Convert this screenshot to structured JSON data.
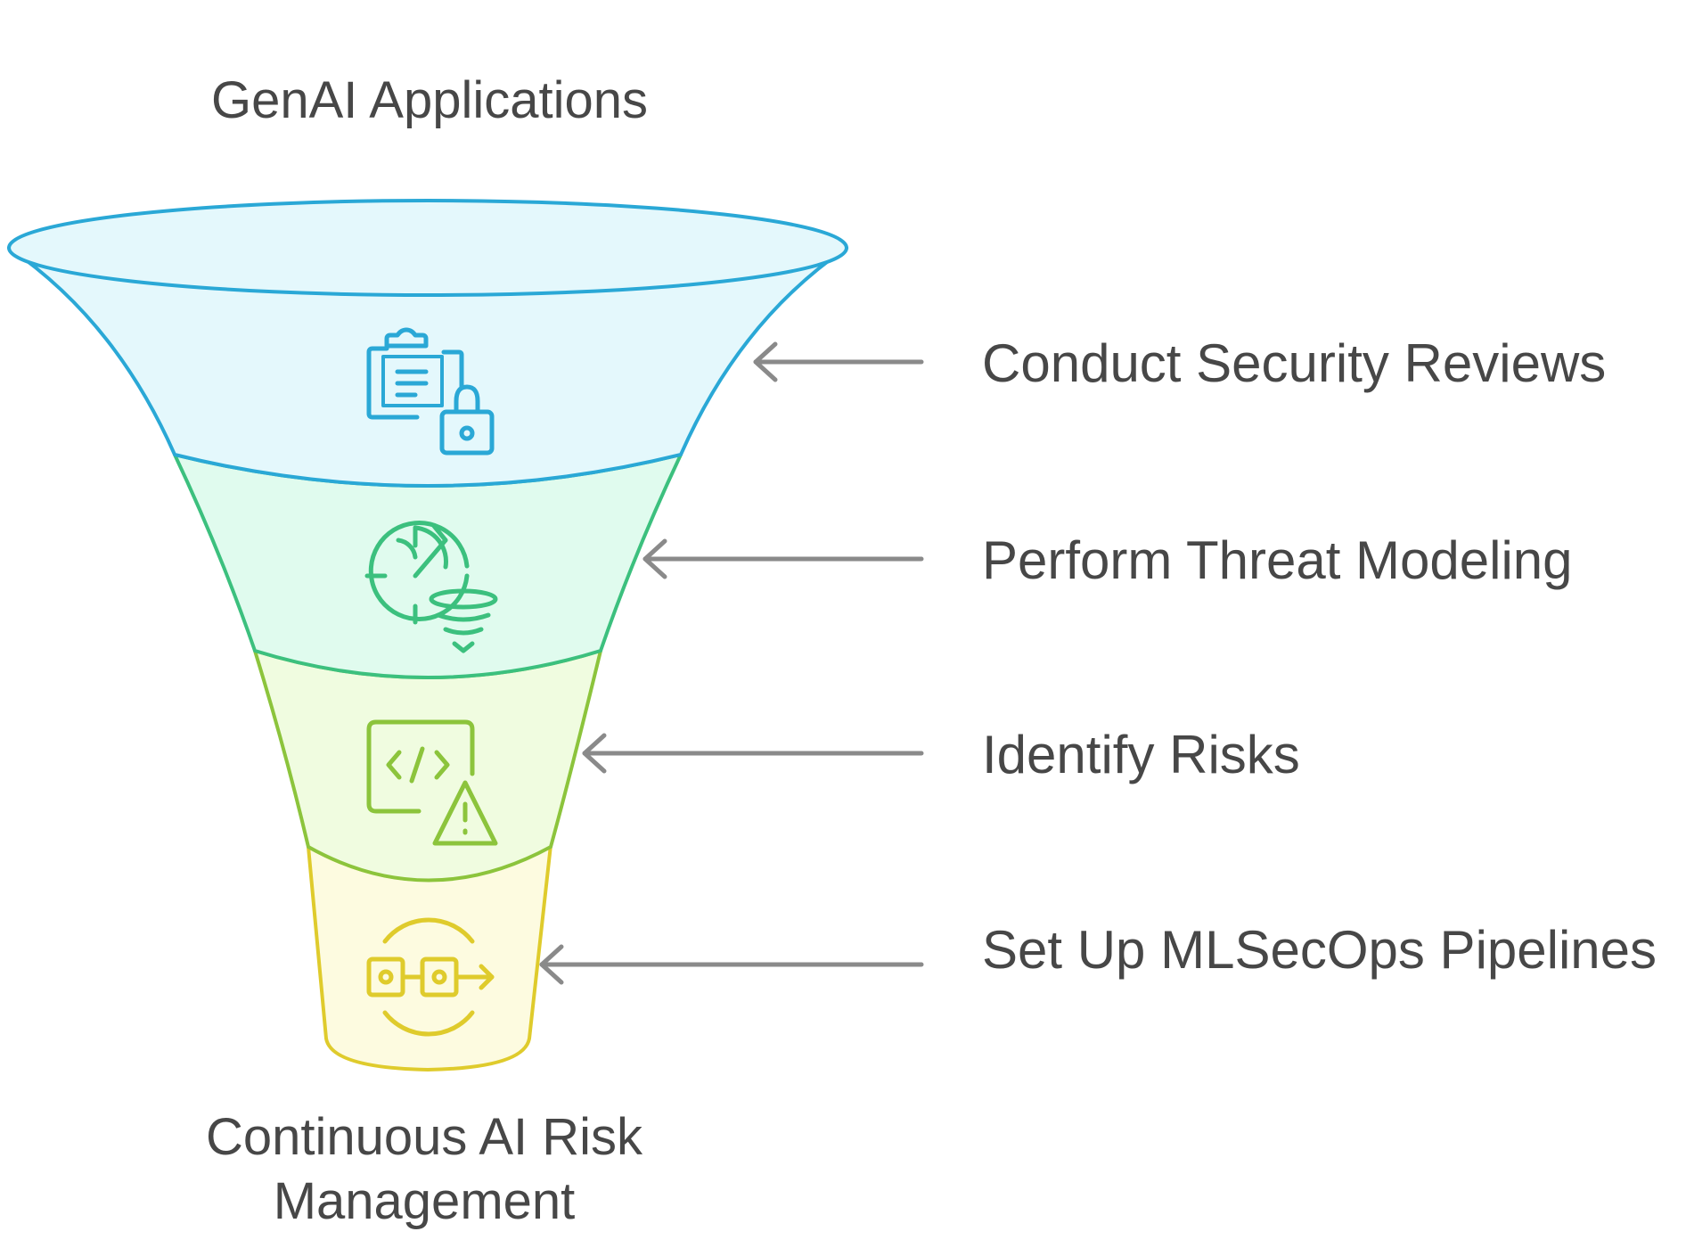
{
  "diagram": {
    "top_label": "GenAI Applications",
    "bottom_label_line1": "Continuous AI Risk",
    "bottom_label_line2": "Management"
  },
  "steps": [
    {
      "label": "Conduct Security Reviews",
      "icon": "clipboard-lock-icon",
      "color": "#2aa8d6",
      "fill": "#e4f8fc"
    },
    {
      "label": "Perform Threat Modeling",
      "icon": "radar-tornado-icon",
      "color": "#3cc07e",
      "fill": "#e0fbee"
    },
    {
      "label": "Identify Risks",
      "icon": "code-warning-icon",
      "color": "#8cc43c",
      "fill": "#f0fce0"
    },
    {
      "label": "Set Up MLSecOps Pipelines",
      "icon": "pipeline-cycle-icon",
      "color": "#dfcb2c",
      "fill": "#fdfbe0"
    }
  ],
  "arrow_color": "#8a8a8a",
  "text_color": "#474747"
}
